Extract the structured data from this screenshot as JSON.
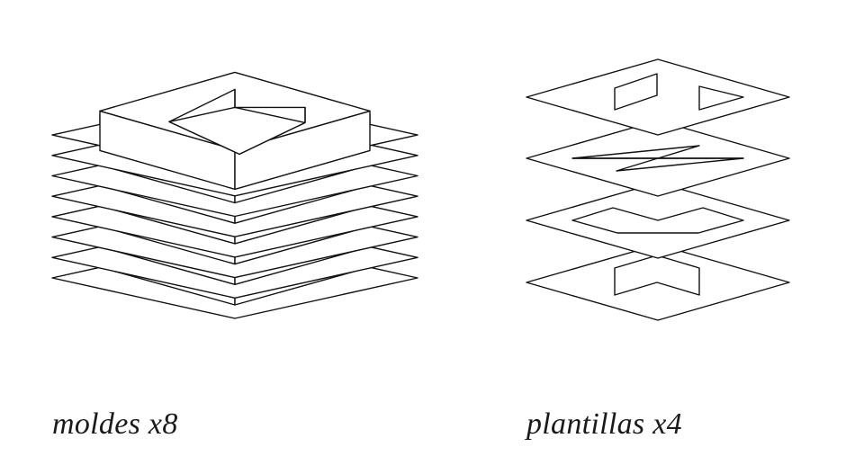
{
  "diagram": {
    "stroke_color": "#111111",
    "fill_color": "#ffffff",
    "background_color": "#ffffff",
    "molds": {
      "caption": "moldes x8",
      "count": 8
    },
    "templates": {
      "caption": "plantillas x4",
      "count": 4,
      "cutouts": [
        "parallelogram-and-triangle",
        "two-triangles",
        "chevron",
        "chevron-panel"
      ]
    }
  }
}
